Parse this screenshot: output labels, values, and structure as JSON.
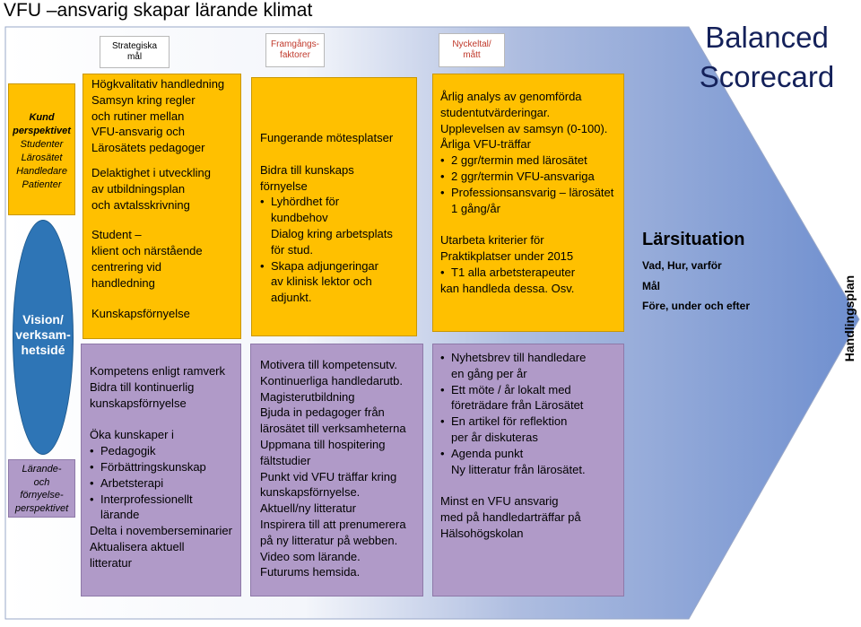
{
  "title": "VFU –ansvarig skapar lärande klimat",
  "balanced_scorecard": [
    "Balanced",
    "Scorecard"
  ],
  "perspectives": {
    "kund": [
      "Kund",
      "perspektivet",
      "Studenter",
      "Lärosätet",
      "Handledare",
      "Patienter"
    ],
    "larande": [
      "Lärande-",
      "och",
      "förnyelse-",
      "perspektivet"
    ]
  },
  "vision": [
    "Vision/",
    "verksam-",
    "hetsidé"
  ],
  "headers": {
    "strategiska": [
      "Strategiska",
      "mål"
    ],
    "framgang": [
      "Framgångs-",
      "faktorer"
    ],
    "nyckeltal": [
      "Nyckeltal/",
      "mått"
    ]
  },
  "goals_upper": [
    "Högkvalitativ handledning",
    "Samsyn kring regler",
    "och rutiner mellan",
    "VFU-ansvarig  och",
    "Lärosätets pedagoger",
    "",
    "Delaktighet i utveckling",
    "av utbildningsplan",
    "och avtalsskrivning",
    "",
    "Student –",
    "klient och närstående",
    "centrering vid",
    "handledning",
    "",
    "Kunskapsförnyelse"
  ],
  "goals_lower": {
    "line1": "Kompetens enligt ramverk",
    "line2": "Bidra till kontinuerlig",
    "line3": "kunskapsförnyelse",
    "line4": "Öka kunskaper i",
    "b1": "Pedagogik",
    "b2": "Förbättringskunskap",
    "b3": "Arbetsterapi",
    "b4": "Interprofessionellt",
    "b4b": "lärande",
    "line5": "Delta i novemberseminarier",
    "line6": "Aktualisera aktuell",
    "line7": "litteratur"
  },
  "factors_upper": {
    "l1": "Fungerande mötesplatser",
    "l2": "Bidra till kunskaps",
    "l3": "förnyelse",
    "b1": "Lyhördhet för",
    "b1b": "kundbehov",
    "b2": "Dialog kring arbetsplats",
    "b2b": "för stud.",
    "b3": "Skapa adjungeringar",
    "b3b": "av klinisk lektor  och",
    "b3c": "adjunkt."
  },
  "factors_lower": [
    "Motivera till kompetensutv.",
    "Kontinuerliga handledarutb.",
    "Magisterutbildning",
    "Bjuda in pedagoger från",
    "lärosätet till verksamheterna",
    "Uppmana till hospitering",
    "fältstudier",
    "Punkt vid VFU träffar kring",
    "kunskapsförnyelse.",
    "Aktuell/ny litteratur",
    "Inspirera till att prenumerera",
    "på ny litteratur på webben.",
    "Video som lärande.",
    "Futurums hemsida."
  ],
  "metrics_upper": {
    "l1": "Årlig analys av genomförda",
    "l2": "studentutvärderingar.",
    "l3": "Upplevelsen av  samsyn (0-100).",
    "l4": "Årliga VFU-träffar",
    "b1": "2 ggr/termin med lärosätet",
    "b2": "2 ggr/termin VFU-ansvariga",
    "b3": "Professionsansvarig – lärosätet",
    "b3b": "1 gång/år",
    "l5": "Utarbeta kriterier för",
    "l6": "Praktikplatser under 2015",
    "b4": "T1 alla arbetsterapeuter",
    "l7": "kan handleda dessa. Osv."
  },
  "metrics_lower": {
    "b1": "Nyhetsbrev till handledare",
    "b1b": "en gång per år",
    "b2": "Ett möte / år lokalt med",
    "b2b": "företrädare från Lärosätet",
    "b3": "En artikel för reflektion",
    "b3b": "per år diskuteras",
    "b4": "Agenda punkt",
    "b4b": "Ny litteratur från lärosätet.",
    "l1": "Minst en VFU ansvarig",
    "l2": "med på handledarträffar på",
    "l3": "Hälsohögskolan"
  },
  "larsituation": {
    "title": "Lärsituation",
    "l1": "Vad, Hur, varför",
    "l2": "Mål",
    "l3": "Före, under och efter"
  },
  "handlingsplan": "Handlingsplan"
}
